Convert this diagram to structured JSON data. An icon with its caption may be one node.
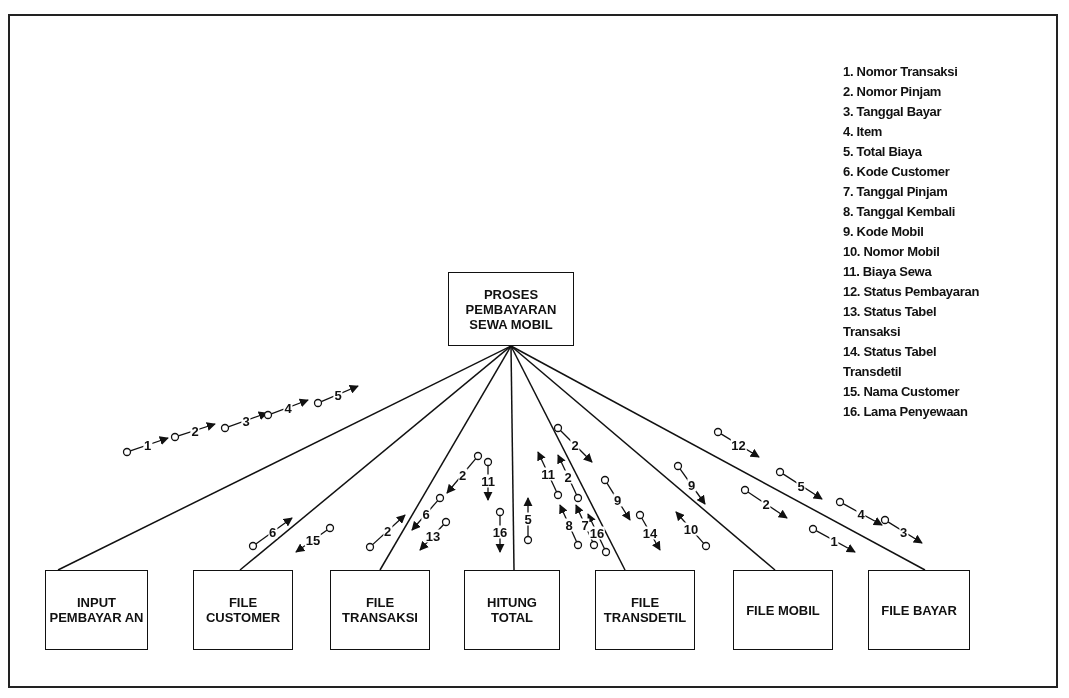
{
  "diagram": {
    "nodes": [
      {
        "text": [
          "PROSES PEMBAYARAN SEWA MOBIL"
        ]
      },
      {
        "text": [
          "INPUT PEMBAYAR AN"
        ]
      },
      {
        "text": [
          "FILE CUSTOMER"
        ]
      },
      {
        "text": [
          "FILE TRANSAKSI"
        ]
      },
      {
        "text": [
          "HITUNG TOTAL"
        ]
      },
      {
        "text": [
          "FILE TRANSDETIL"
        ]
      },
      {
        "text": [
          "FILE MOBIL"
        ]
      },
      {
        "text": [
          "FILE BAYAR"
        ]
      }
    ],
    "edges": [
      {
        "from": 0,
        "to": 1,
        "arrow": "none"
      },
      {
        "from": 0,
        "to": 2,
        "arrow": "none"
      },
      {
        "from": 0,
        "to": 3,
        "arrow": "none"
      },
      {
        "from": 0,
        "to": 4,
        "arrow": "none"
      },
      {
        "from": 0,
        "to": 5,
        "arrow": "none"
      },
      {
        "from": 0,
        "to": 6,
        "arrow": "none"
      },
      {
        "from": 0,
        "to": 7,
        "arrow": "none"
      }
    ],
    "labels": [
      "1. Nomor Transaksi",
      "2. Nomor Pinjam",
      "3. Tanggal Bayar",
      "4. Item",
      "5. Total Biaya",
      "6. Kode Customer",
      "7. Tanggal Pinjam",
      "8. Tanggal Kembali",
      "9. Kode Mobil",
      "10. Nomor Mobil",
      "11. Biaya Sewa",
      "12. Status Pembayaran",
      "13. Status Tabel Transaksi",
      "14. Status Tabel Transdetil",
      "15. Nama Customer",
      "16. Lama Penyewaan",
      "1",
      "2",
      "3",
      "4",
      "5",
      "6",
      "15",
      "2",
      "2",
      "6",
      "13",
      "11",
      "16",
      "5",
      "11",
      "2",
      "8",
      "7",
      "16",
      "2",
      "9",
      "14",
      "9",
      "10",
      "12",
      "5",
      "2",
      "4",
      "1",
      "3"
    ]
  }
}
